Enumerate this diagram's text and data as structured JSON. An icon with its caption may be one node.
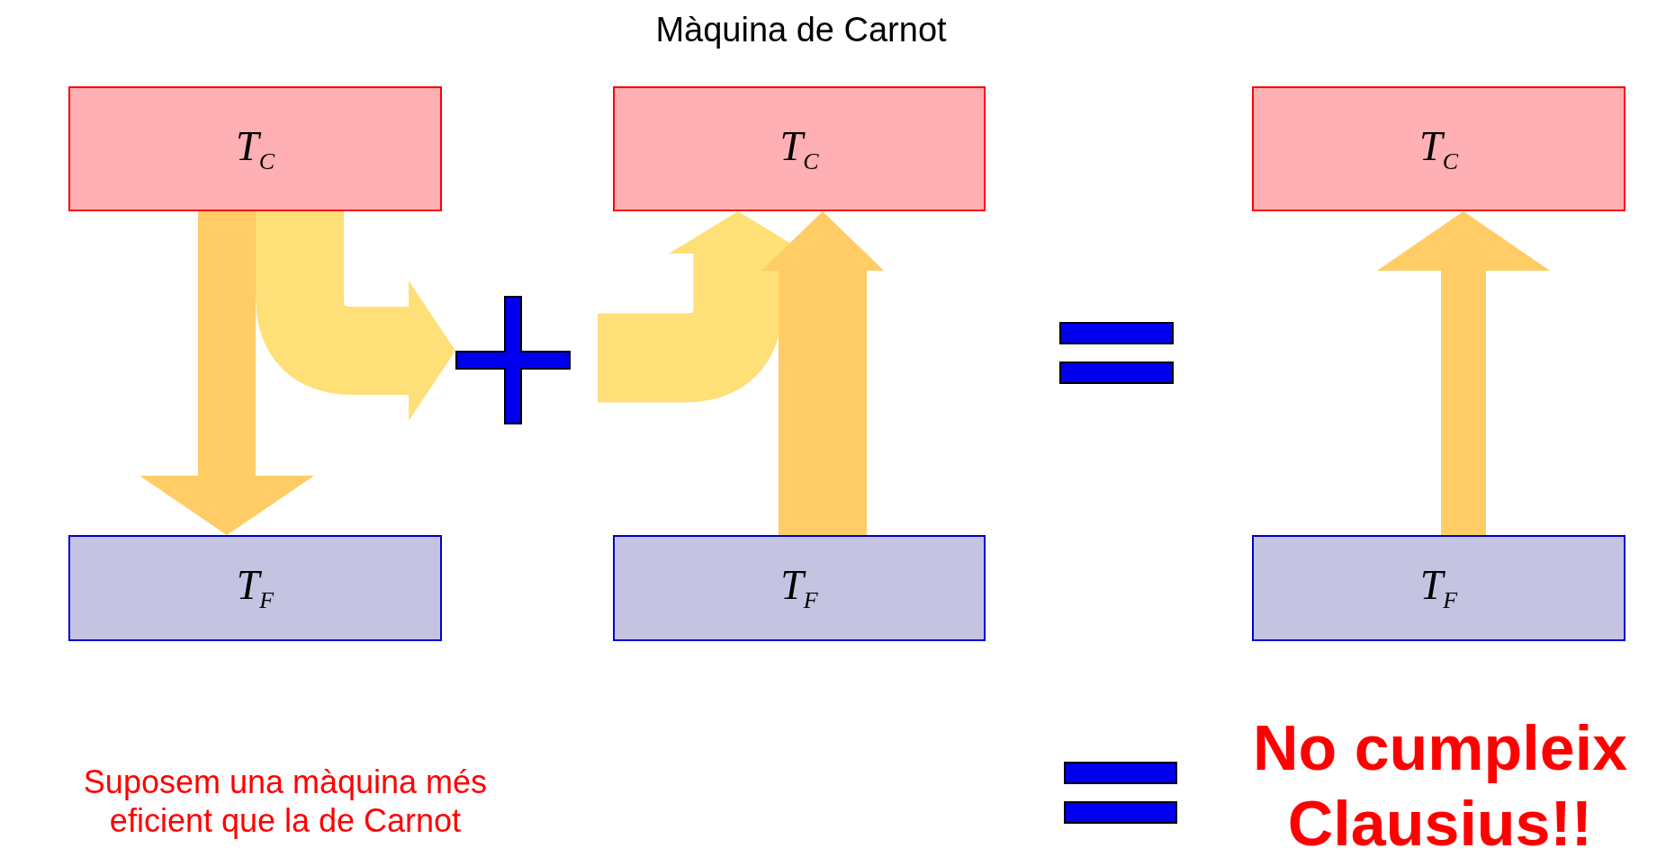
{
  "diagram": {
    "title": "Màquina de Carnot",
    "nodes": [
      {
        "text": [
          "T$_{C}$"
        ]
      },
      {
        "text": [
          "T$_{F}$"
        ]
      },
      {
        "text": [
          "T$_{C}$"
        ]
      },
      {
        "text": [
          "T$_{F}$"
        ]
      },
      {
        "text": [
          "T$_{C}$"
        ]
      },
      {
        "text": [
          "T$_{F}$"
        ]
      },
      {
        "text": [],
        "shape": "plus"
      }
    ],
    "edges": [
      {
        "from": 0,
        "to": 1,
        "arrow": "to"
      },
      {
        "from": 0,
        "to": 6,
        "arrow": "to"
      },
      {
        "from": null,
        "to": 2,
        "arrow": "to"
      },
      {
        "from": 3,
        "to": 2,
        "arrow": "to"
      },
      {
        "from": 5,
        "to": 4,
        "arrow": "to"
      }
    ],
    "labels": [
      "Suposem una màquina més eficient que la de Carnot",
      "No cumpleix Clausius!!"
    ]
  }
}
